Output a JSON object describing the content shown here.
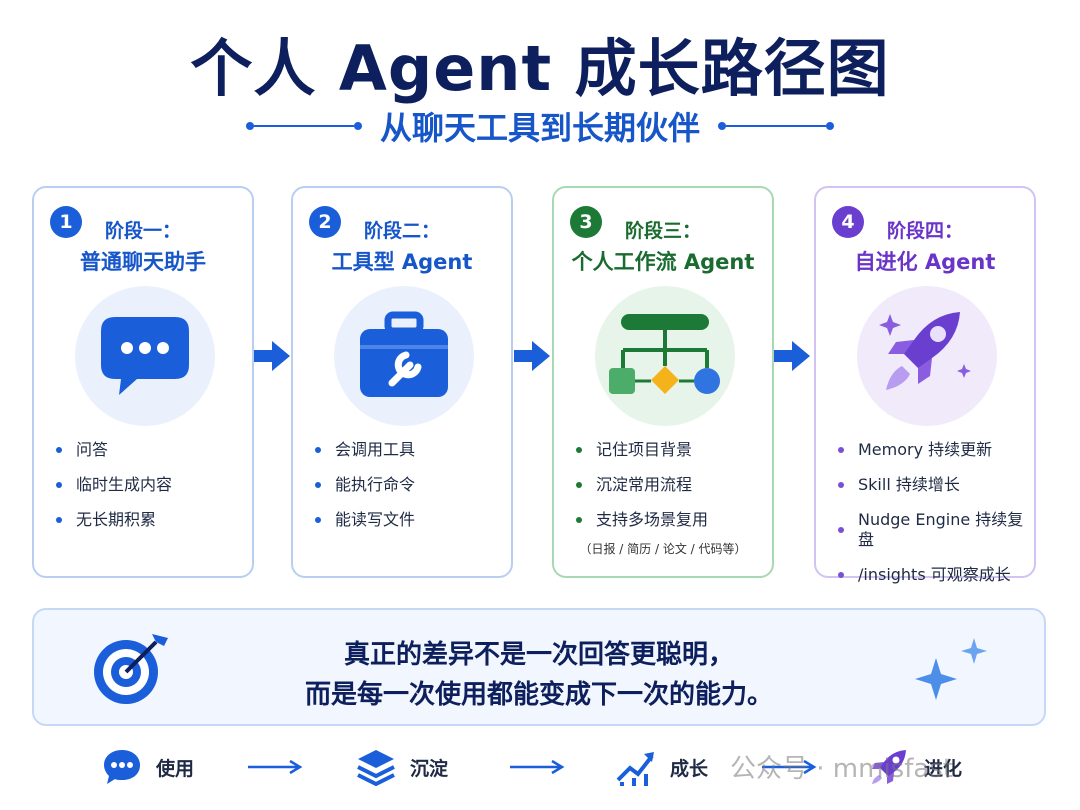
{
  "title": "个人 Agent 成长路径图",
  "subtitle": "从聊天工具到长期伙伴",
  "stages": [
    {
      "badge": "1",
      "stage": "阶段一：",
      "name": "普通聊天助手",
      "icon": "chat-bubble-icon",
      "items": [
        "问答",
        "临时生成内容",
        "无长期积累"
      ],
      "note": ""
    },
    {
      "badge": "2",
      "stage": "阶段二：",
      "name": "工具型 Agent",
      "icon": "toolbox-wrench-icon",
      "items": [
        "会调用工具",
        "能执行命令",
        "能读写文件"
      ],
      "note": ""
    },
    {
      "badge": "3",
      "stage": "阶段三：",
      "name": "个人工作流 Agent",
      "icon": "workflow-diagram-icon",
      "items": [
        "记住项目背景",
        "沉淀常用流程",
        "支持多场景复用"
      ],
      "note": "（日报 / 简历 / 论文 / 代码等）"
    },
    {
      "badge": "4",
      "stage": "阶段四：",
      "name": "自进化 Agent",
      "icon": "rocket-icon",
      "items": [
        "Memory 持续更新",
        "Skill 持续增长",
        "Nudge Engine 持续复盘",
        "/insights 可观察成长"
      ],
      "note": ""
    }
  ],
  "quote": {
    "line1": "真正的差异不是一次回答更聪明，",
    "line2": "而是每一次使用都能变成下一次的能力。"
  },
  "flow": [
    {
      "label": "使用",
      "icon": "chat-bubble-icon"
    },
    {
      "label": "沉淀",
      "icon": "layers-icon"
    },
    {
      "label": "成长",
      "icon": "trend-up-icon"
    },
    {
      "label": "进化",
      "icon": "rocket-icon"
    }
  ],
  "watermark": "公众号 · mmisfast",
  "colors": {
    "blue": "#1a5fd9",
    "green": "#1d7a36",
    "purple": "#6a3fd0",
    "navy": "#0d1f5c"
  }
}
